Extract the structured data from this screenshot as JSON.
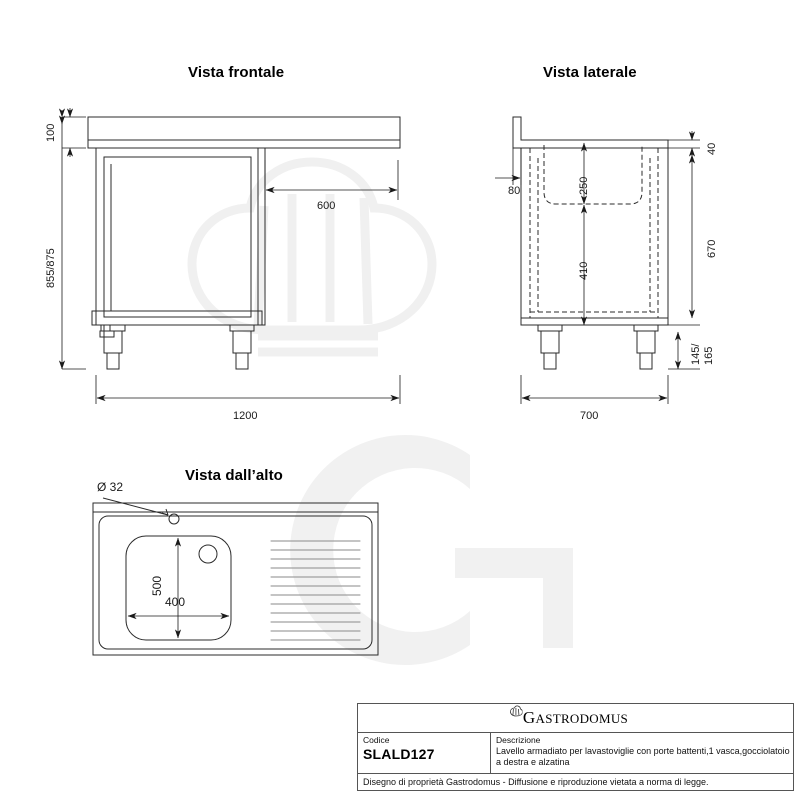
{
  "drawing": {
    "views": {
      "front": {
        "title": "Vista frontale"
      },
      "side": {
        "title": "Vista laterale"
      },
      "top": {
        "title": "Vista dall’alto"
      }
    },
    "dimensions": {
      "front_height_splash": "100",
      "front_height_total": "855/875",
      "front_cabinet_offset": "600",
      "front_width": "1200",
      "side_top_thickness": "40",
      "side_splash_depth": "80",
      "side_basin_depth": "250",
      "side_under_basin": "410",
      "side_body_height": "670",
      "side_leg_height": "145/\n165",
      "side_leg_height_line1": "145/",
      "side_leg_height_line2": "165",
      "side_depth": "700",
      "top_hole_diameter": "Ø 32",
      "top_basin_height": "500",
      "top_basin_width": "400"
    }
  },
  "title_block": {
    "brand": "Gastrodomus",
    "brand_initial": "G",
    "brand_rest": "ASTRODOMUS",
    "code_label": "Codice",
    "code_value": "SLALD127",
    "description_label": "Descrizione",
    "description_value": "Lavello armadiato per lavastoviglie con porte battenti,1 vasca,gocciolatoio a destra e alzatina",
    "footer": "Disegno di proprietà Gastrodomus -  Diffusione e riproduzione vietata a norma di legge."
  },
  "colors": {
    "line": "#2b2b2b",
    "thin": "#555555",
    "dim": "#1a1a1a",
    "watermark": "#f2f2f2",
    "groove": "#8a8a8a"
  }
}
